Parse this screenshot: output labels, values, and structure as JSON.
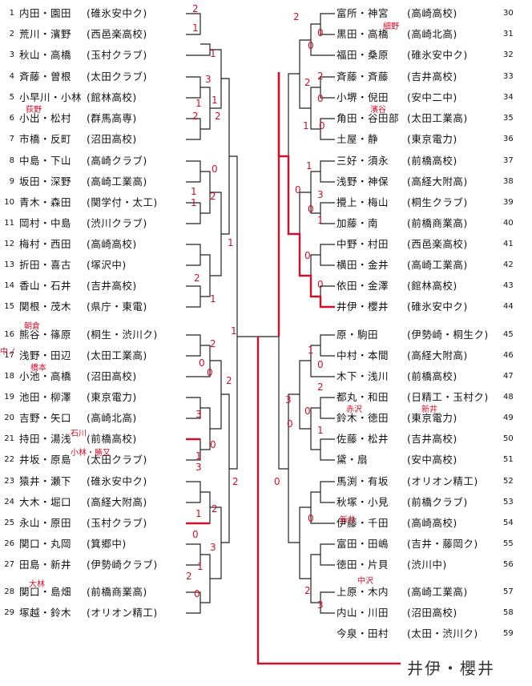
{
  "left_entries": [
    {
      "num": "1",
      "pair": "内田・園田",
      "team": "(碓氷安中ク)"
    },
    {
      "num": "2",
      "pair": "荒川・濱野",
      "team": "(西邑楽高校)"
    },
    {
      "num": "3",
      "pair": "秋山・高橋",
      "team": "(玉村クラブ)"
    },
    {
      "num": "4",
      "pair": "斉藤・曽根",
      "team": "(太田クラブ)"
    },
    {
      "num": "5",
      "pair": "小早川・小林",
      "team": "(館林高校)"
    },
    {
      "num": "6",
      "pair": "小出・松村",
      "team": "(群馬高専)"
    },
    {
      "num": "7",
      "pair": "市橋・反町",
      "team": "(沼田高校)"
    },
    {
      "num": "8",
      "pair": "中島・下山",
      "team": "(高崎クラブ)"
    },
    {
      "num": "9",
      "pair": "坂田・深野",
      "team": "(高崎工業高)"
    },
    {
      "num": "10",
      "pair": "青木・森田",
      "team": "(関学付・太工)"
    },
    {
      "num": "11",
      "pair": "岡村・中島",
      "team": "(渋川クラブ)"
    },
    {
      "num": "12",
      "pair": "梅村・西田",
      "team": "(高崎高校)"
    },
    {
      "num": "13",
      "pair": "折田・喜古",
      "team": "(塚沢中)"
    },
    {
      "num": "14",
      "pair": "香山・石井",
      "team": "(吉井高校)"
    },
    {
      "num": "15",
      "pair": "関根・茂木",
      "team": "(県庁・東電)"
    },
    {
      "num": "16",
      "pair": "熊谷・篠原",
      "team": "(桐生・渋川ク)"
    },
    {
      "num": "17",
      "pair": "浅野・田辺",
      "team": "(太田工業高)"
    },
    {
      "num": "18",
      "pair": "小池・高橋",
      "team": "(沼田高校)"
    },
    {
      "num": "19",
      "pair": "池田・柳澤",
      "team": "(東京電力)"
    },
    {
      "num": "20",
      "pair": "吉野・矢口",
      "team": "(高崎北高)"
    },
    {
      "num": "21",
      "pair": "持田・湯浅",
      "team": "(前橋高校)"
    },
    {
      "num": "22",
      "pair": "井坂・原島",
      "team": "(太田クラブ)"
    },
    {
      "num": "23",
      "pair": "猿井・瀬下",
      "team": "(碓氷安中ク)"
    },
    {
      "num": "24",
      "pair": "大木・堀口",
      "team": "(高経大附高)"
    },
    {
      "num": "25",
      "pair": "永山・原田",
      "team": "(玉村クラブ)"
    },
    {
      "num": "26",
      "pair": "関口・丸岡",
      "team": "(箕郷中)"
    },
    {
      "num": "27",
      "pair": "田島・新井",
      "team": "(伊勢崎クラブ)"
    },
    {
      "num": "28",
      "pair": "関口・島畑",
      "team": "(前橋商業高)"
    },
    {
      "num": "29",
      "pair": "塚越・鈴木",
      "team": "(オリオン精工)"
    }
  ],
  "right_entries": [
    {
      "num": "30",
      "pair": "富所・神宮",
      "team": "(高崎高校)"
    },
    {
      "num": "31",
      "pair": "黒田・高橋",
      "team": "(高崎北高)"
    },
    {
      "num": "32",
      "pair": "福田・桑原",
      "team": "(碓氷安中ク)"
    },
    {
      "num": "33",
      "pair": "斉藤・斉藤",
      "team": "(吉井高校)"
    },
    {
      "num": "34",
      "pair": "小堺・倪田",
      "team": "(安中二中)"
    },
    {
      "num": "35",
      "pair": "角田・谷田部",
      "team": "(太田工業高)"
    },
    {
      "num": "36",
      "pair": "土屋・静",
      "team": "(東京電力)"
    },
    {
      "num": "37",
      "pair": "三好・須永",
      "team": "(前橋高校)"
    },
    {
      "num": "38",
      "pair": "浅野・神保",
      "team": "(高経大附高)"
    },
    {
      "num": "39",
      "pair": "攪上・梅山",
      "team": "(桐生クラブ)"
    },
    {
      "num": "40",
      "pair": "加藤・南",
      "team": "(前橋商業高)"
    },
    {
      "num": "41",
      "pair": "中野・村田",
      "team": "(西邑楽高校)"
    },
    {
      "num": "42",
      "pair": "横田・金井",
      "team": "(高崎工業高)"
    },
    {
      "num": "43",
      "pair": "依田・金澤",
      "team": "(館林高校)"
    },
    {
      "num": "44",
      "pair": "井伊・櫻井",
      "team": "(碓氷安中ク)"
    },
    {
      "num": "45",
      "pair": "原・駒田",
      "team": "(伊勢崎・桐生ク)"
    },
    {
      "num": "46",
      "pair": "中村・本間",
      "team": "(高経大附高)"
    },
    {
      "num": "47",
      "pair": "木下・浅川",
      "team": "(前橋高校)"
    },
    {
      "num": "48",
      "pair": "都丸・和田",
      "team": "(日精工・玉村ク)"
    },
    {
      "num": "49",
      "pair": "鈴木・徳田",
      "team": "(東京電力)"
    },
    {
      "num": "50",
      "pair": "佐藤・松井",
      "team": "(吉井高校)"
    },
    {
      "num": "51",
      "pair": "黛・扇",
      "team": "(安中高校)"
    },
    {
      "num": "52",
      "pair": "馬渕・有坂",
      "team": "(オリオン精工)"
    },
    {
      "num": "53",
      "pair": "秋塚・小見",
      "team": "(前橋クラブ)"
    },
    {
      "num": "54",
      "pair": "伊藤・千田",
      "team": "(高崎高校)"
    },
    {
      "num": "55",
      "pair": "富田・田嶋",
      "team": "(吉井・藤岡ク)"
    },
    {
      "num": "56",
      "pair": "徳田・片貝",
      "team": "(渋川中)"
    },
    {
      "num": "57",
      "pair": "上原・木内",
      "team": "(高崎工業高)"
    },
    {
      "num": "58",
      "pair": "内山・川田",
      "team": "(沼田高校)"
    },
    {
      "num": "59",
      "pair": "今泉・田村",
      "team": "(太田・渋川ク)"
    }
  ],
  "annotations": {
    "a_l5": "荻野",
    "a_l15": "朝倉",
    "a_l17": "中ノ",
    "a_l17b": "橋本",
    "a_l21": "石川",
    "a_l21b": "小林・勝又",
    "a_l28": "大林",
    "a_r30": "細野",
    "a_r34": "濱谷",
    "a_r48": "赤沢",
    "a_r48b": "新井",
    "a_r53": "新井",
    "a_r56": "中沢",
    "s1": "2",
    "s2": "1",
    "s3": "3",
    "s4": "1",
    "s5": "1",
    "s6": "2",
    "s7": "0",
    "s8": "1",
    "s9": "2",
    "s10": "1",
    "s11": "2",
    "s12": "1",
    "s13": "2",
    "s14": "1",
    "s15": "0",
    "s16": "1",
    "s17": "2",
    "s18": "3",
    "s19": "0",
    "s20": "1",
    "s21": "2",
    "s22": "3",
    "s23": "1",
    "s24": "2",
    "s25": "3",
    "s26": "0",
    "s27": "1",
    "s28": "0",
    "s29": "1",
    "s30": "2",
    "r1": "2",
    "r2": "0",
    "r3": "0",
    "r4": "2",
    "r5": "0",
    "r6": "1",
    "r7": "0",
    "r8": "1",
    "r9": "0",
    "r10": "3",
    "r11": "3",
    "r12": "0",
    "r13": "1",
    "r14": "0",
    "r15": "1",
    "r16": "0",
    "r17": "1",
    "r18": "0",
    "r19": "2",
    "r20": "3",
    "r21": "0",
    "r22": "2",
    "r23": "0",
    "r24": "1",
    "r25": "2",
    "r26": "0",
    "r27": "0",
    "r28": "2",
    "r29": "3",
    "r30": "0"
  },
  "winner_note": "井伊・櫻井"
}
